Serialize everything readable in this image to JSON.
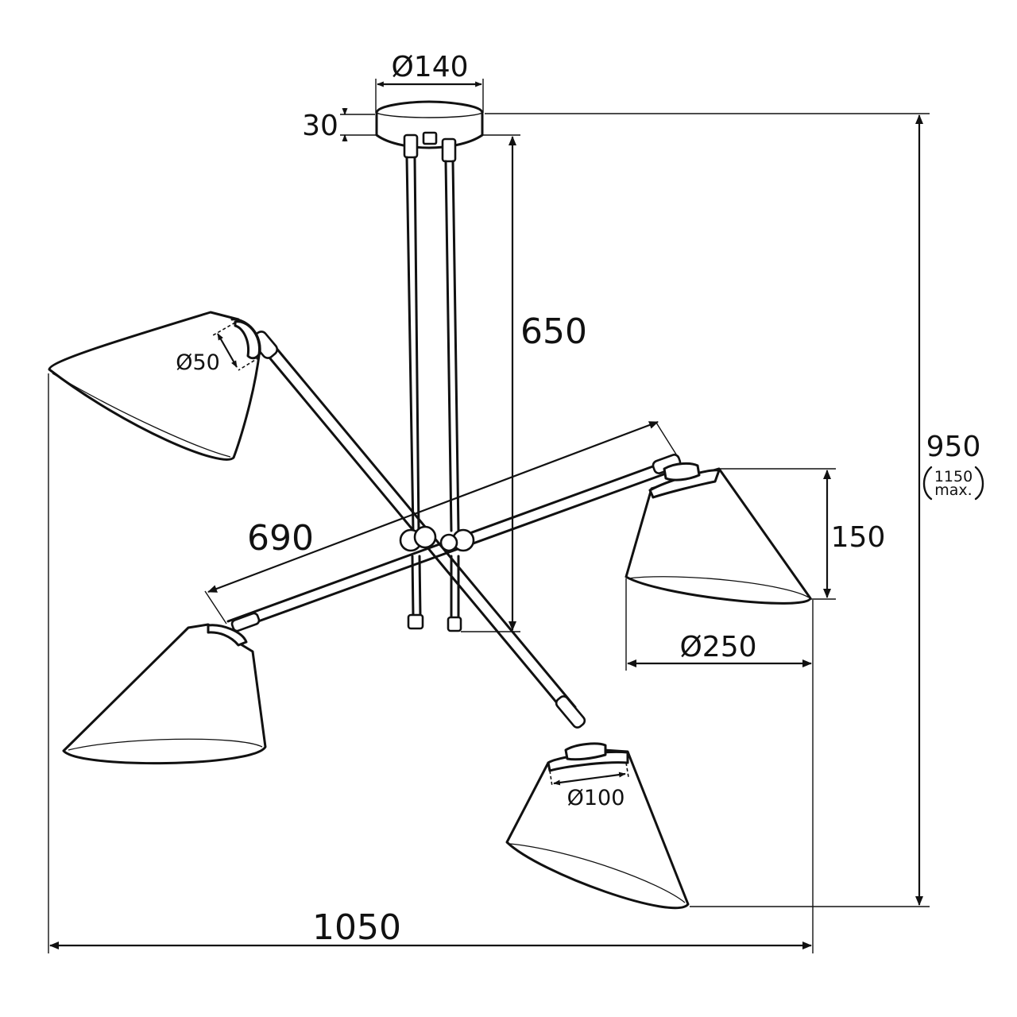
{
  "dimensions": {
    "canopy_diameter": "Ø140",
    "canopy_height": "30",
    "rod_length": "650",
    "arm_length": "690",
    "shade_height": "150",
    "shade_diameter": "Ø250",
    "total_width": "1050",
    "total_height": "950",
    "total_height_max_value": "1150",
    "total_height_max_unit": "max.",
    "socket_diameter": "Ø50",
    "shade_top_diameter": "Ø100"
  },
  "colors": {
    "line": "#111111",
    "background": "#ffffff"
  }
}
